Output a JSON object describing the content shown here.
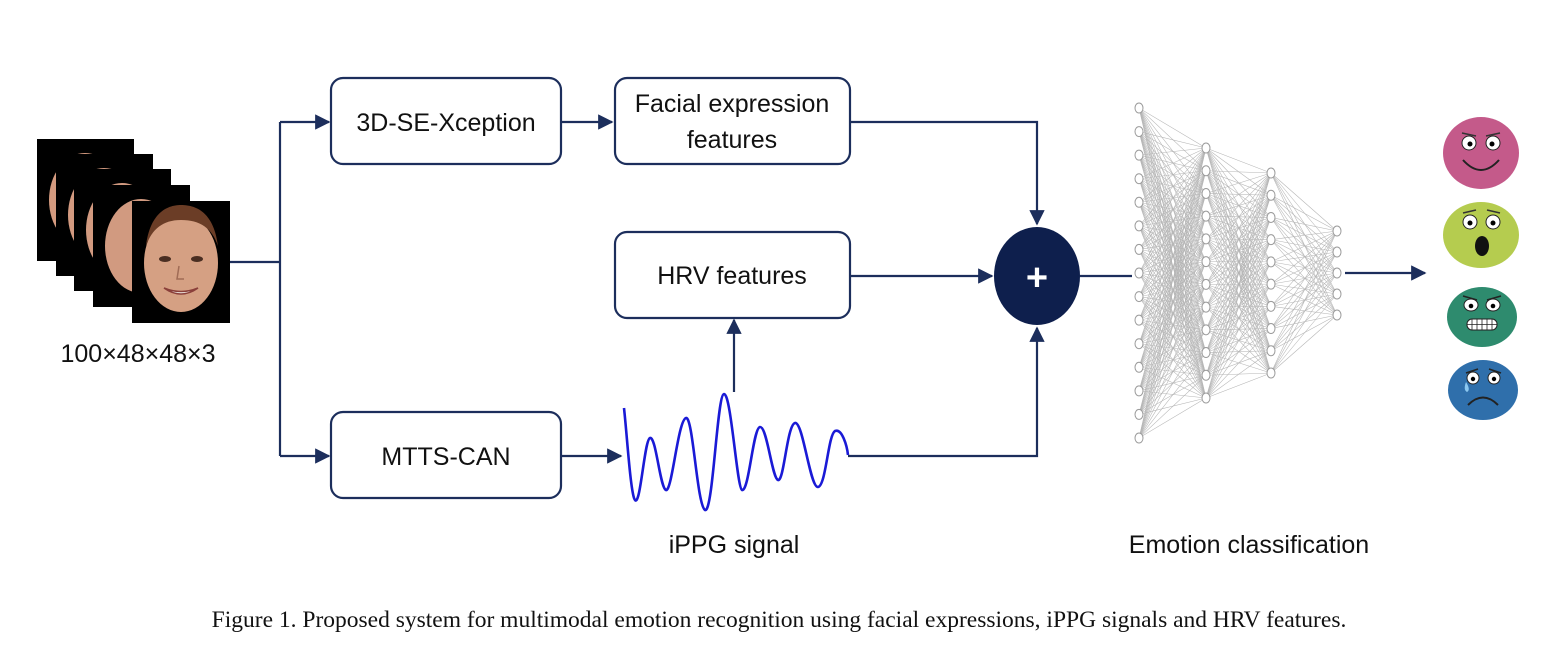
{
  "input": {
    "shape_label": "100×48×48×3",
    "frame_count": 5
  },
  "blocks": {
    "xception": "3D-SE-Xception",
    "facial_features": [
      "Facial expression",
      "features"
    ],
    "hrv_features": "HRV features",
    "mtts_can": "MTTS-CAN"
  },
  "fusion": {
    "symbol": "+"
  },
  "signal_label": "iPPG signal",
  "classifier": {
    "label": "Emotion classification",
    "layers": [
      15,
      12,
      10,
      5
    ]
  },
  "emotions": [
    {
      "name": "happy-face-icon",
      "color": "#c45a8a"
    },
    {
      "name": "surprised-face-icon",
      "color": "#b5cc4f"
    },
    {
      "name": "fearful-face-icon",
      "color": "#2e8b6e"
    },
    {
      "name": "sad-face-icon",
      "color": "#2f6fab"
    }
  ],
  "caption": "Figure 1. Proposed system for multimodal emotion recognition using facial expressions, iPPG signals and HRV features.",
  "colors": {
    "line": "#1c2e5c",
    "fusion_fill": "#0e1f4d",
    "signal": "#1a1ad6"
  }
}
